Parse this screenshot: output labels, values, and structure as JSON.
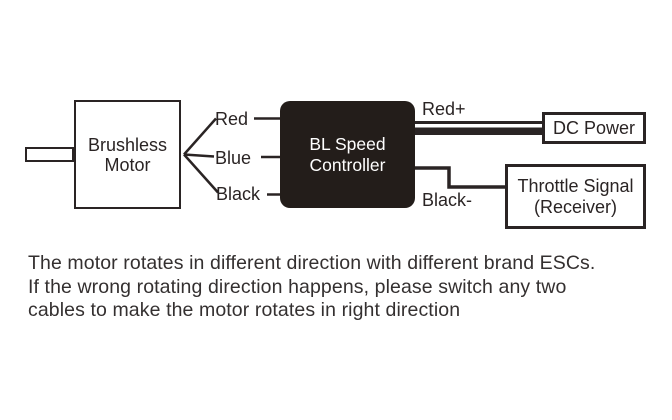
{
  "diagram": {
    "motor": {
      "label": "Brushless\nMotor"
    },
    "controller": {
      "label": "BL Speed\nController",
      "bg_color": "#231d1a",
      "text_color": "#ffffff"
    },
    "dc_power": {
      "label": "DC Power"
    },
    "throttle": {
      "label": "Throttle Signal\n(Receiver)"
    },
    "wire_labels": {
      "red": "Red",
      "blue": "Blue",
      "black": "Black",
      "red_plus": "Red+",
      "black_minus": "Black-"
    },
    "colors": {
      "line": "#2a2424",
      "background": "#ffffff"
    }
  },
  "note": {
    "lines": [
      "The motor rotates in different direction with different brand ESCs.",
      "If the wrong rotating direction happens, please switch any two",
      "cables to make the motor rotates in right direction"
    ]
  }
}
